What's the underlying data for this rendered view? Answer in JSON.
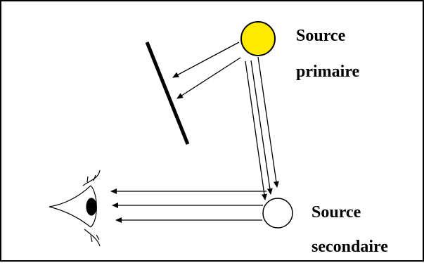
{
  "labels": {
    "primary_line1": "Source",
    "primary_line2": "primaire",
    "secondary_line1": "Source",
    "secondary_line2": "secondaire"
  },
  "colors": {
    "primary_source_fill": "#ffea00",
    "secondary_source_fill": "#ffffff",
    "stroke": "#000000"
  },
  "icons": {
    "observer": "eye-icon",
    "reflector": "mirror-bar"
  }
}
